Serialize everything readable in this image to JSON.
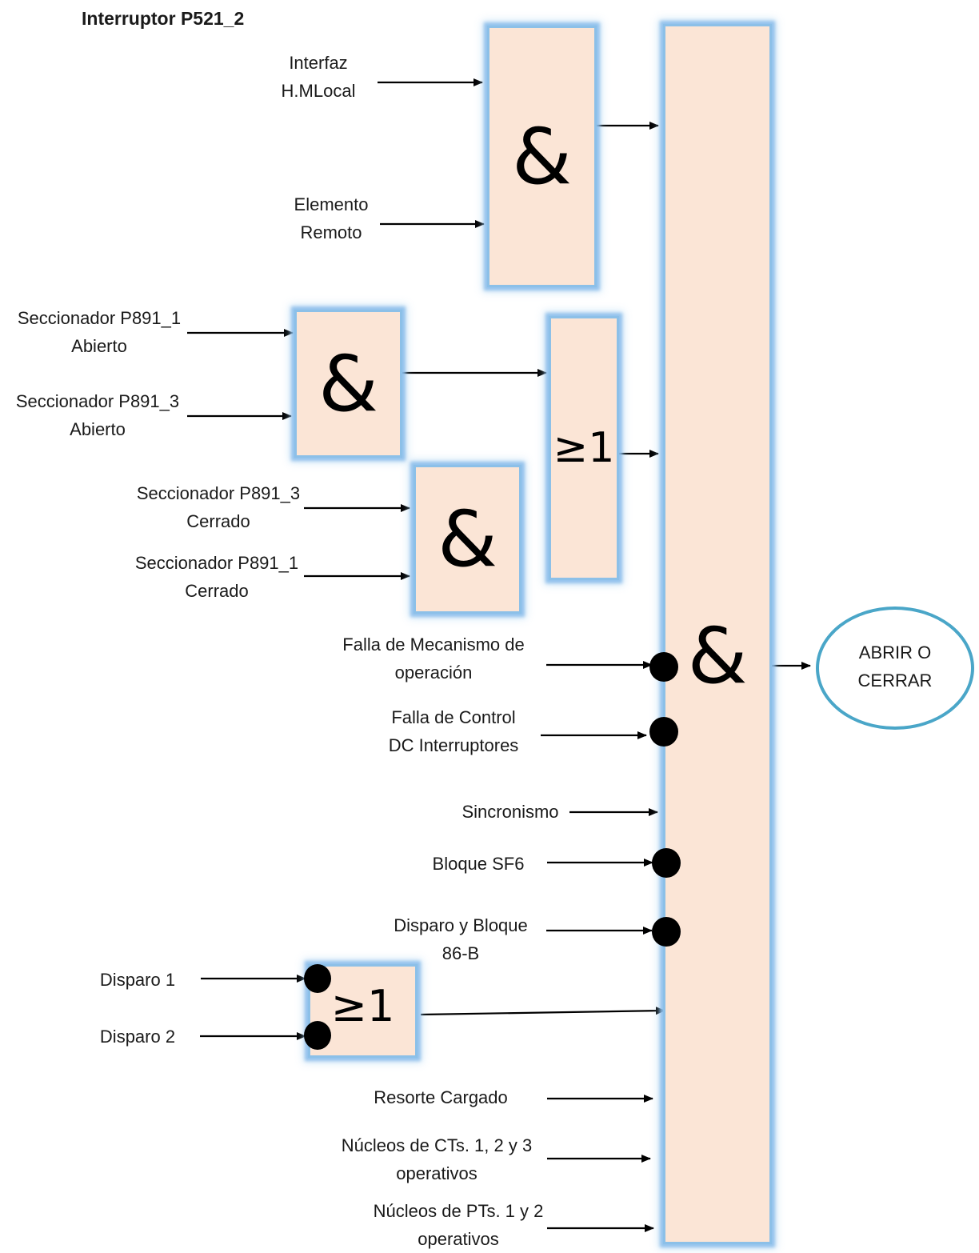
{
  "title": "Interruptor P521_2",
  "main_gate_symbol": "&",
  "and_symbol": "&",
  "or_symbol": "≥1",
  "output": {
    "line1": "ABRIR O",
    "line2": "CERRAR"
  },
  "inputs": {
    "interfaz": {
      "line1": "Interfaz",
      "line2": "H.MLocal"
    },
    "elemento": {
      "line1": "Elemento",
      "line2": "Remoto"
    },
    "secc_p891_1_abierto": {
      "line1": "Seccionador P891_1",
      "line2": "Abierto"
    },
    "secc_p891_3_abierto": {
      "line1": "Seccionador P891_3",
      "line2": "Abierto"
    },
    "secc_p891_3_cerrado": {
      "line1": "Seccionador P891_3",
      "line2": "Cerrado"
    },
    "secc_p891_1_cerrado": {
      "line1": "Seccionador P891_1",
      "line2": "Cerrado"
    },
    "falla_mecanismo": {
      "line1": "Falla de Mecanismo de",
      "line2": "operación"
    },
    "falla_control": {
      "line1": "Falla de Control",
      "line2": "DC Interruptores"
    },
    "sincronismo": "Sincronismo",
    "bloque_sf6": "Bloque SF6",
    "disparo_bloque": {
      "line1": "Disparo y Bloque",
      "line2": "86-B"
    },
    "disparo_1": "Disparo 1",
    "disparo_2": "Disparo 2",
    "resorte": "Resorte Cargado",
    "nucleos_cts": {
      "line1": "Núcleos de CTs. 1, 2 y 3",
      "line2": "operativos"
    },
    "nucleos_pts": {
      "line1": "Núcleos de PTs. 1 y 2",
      "line2": "operativos"
    }
  }
}
